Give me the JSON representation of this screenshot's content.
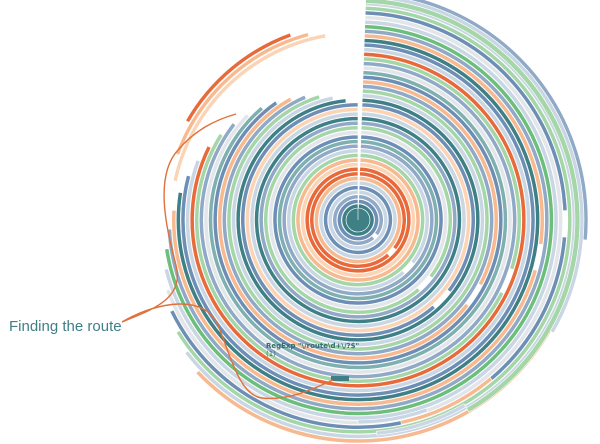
{
  "callout": {
    "title": "Finding the route",
    "regexp_label": "RegExp \"\\/route\\d+\\/?$\"",
    "regexp_count": "(1)"
  },
  "colors": {
    "blue_light": "#c9d6e3",
    "blue": "#8fa9c6",
    "blue_mid": "#6d8fb5",
    "teal": "#3f7f86",
    "teal_light": "#7fb0b0",
    "green": "#a5d6a7",
    "green_dark": "#6cbf7a",
    "orange": "#e8693a",
    "orange_light": "#f7b98f",
    "orange_pale": "#fbd3b5",
    "gray_light": "#e2e6ea",
    "callout_line": "#e0703a"
  }
}
